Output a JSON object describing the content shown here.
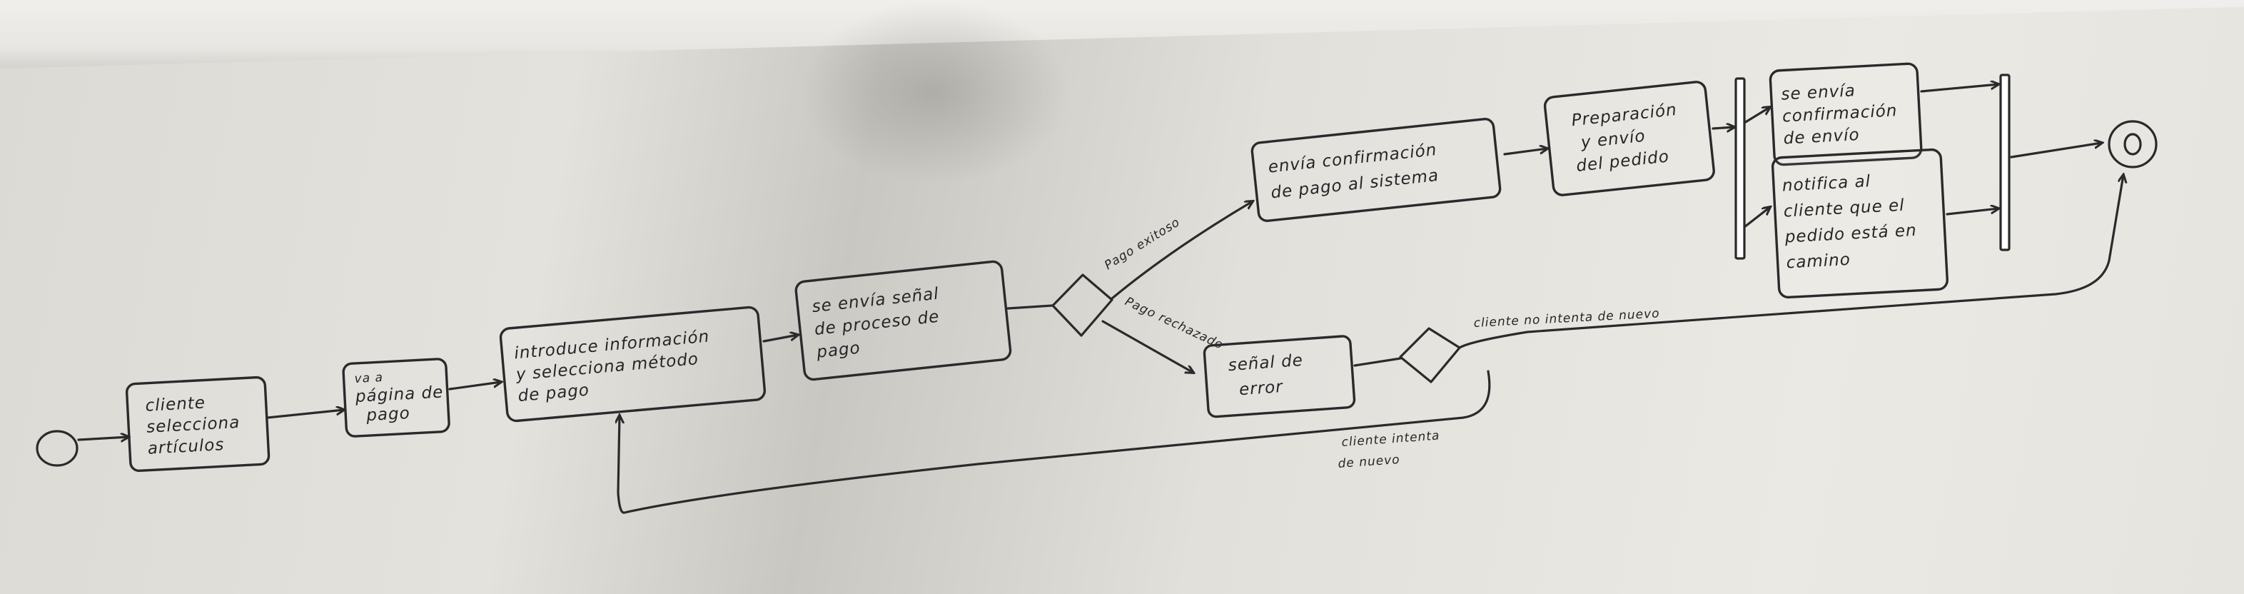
{
  "nodes": {
    "a1": "cliente selecciona artículos",
    "a2": "va a página de pago",
    "a3": "introduce información y selecciona método de pago",
    "a4": "se envía señal de proceso de pago",
    "a5": "envía confirmación de pago al sistema",
    "a6": "Preparación y envío del pedido",
    "a7": "se envía confirmación de envío",
    "a8": "notifica al cliente que el pedido está en camino",
    "a9": "señal de error"
  },
  "edges": {
    "success": "Pago exitoso",
    "rejected": "Pago rechazado",
    "no_retry": "cliente no intenta de nuevo",
    "retry": "cliente intenta de nuevo"
  }
}
